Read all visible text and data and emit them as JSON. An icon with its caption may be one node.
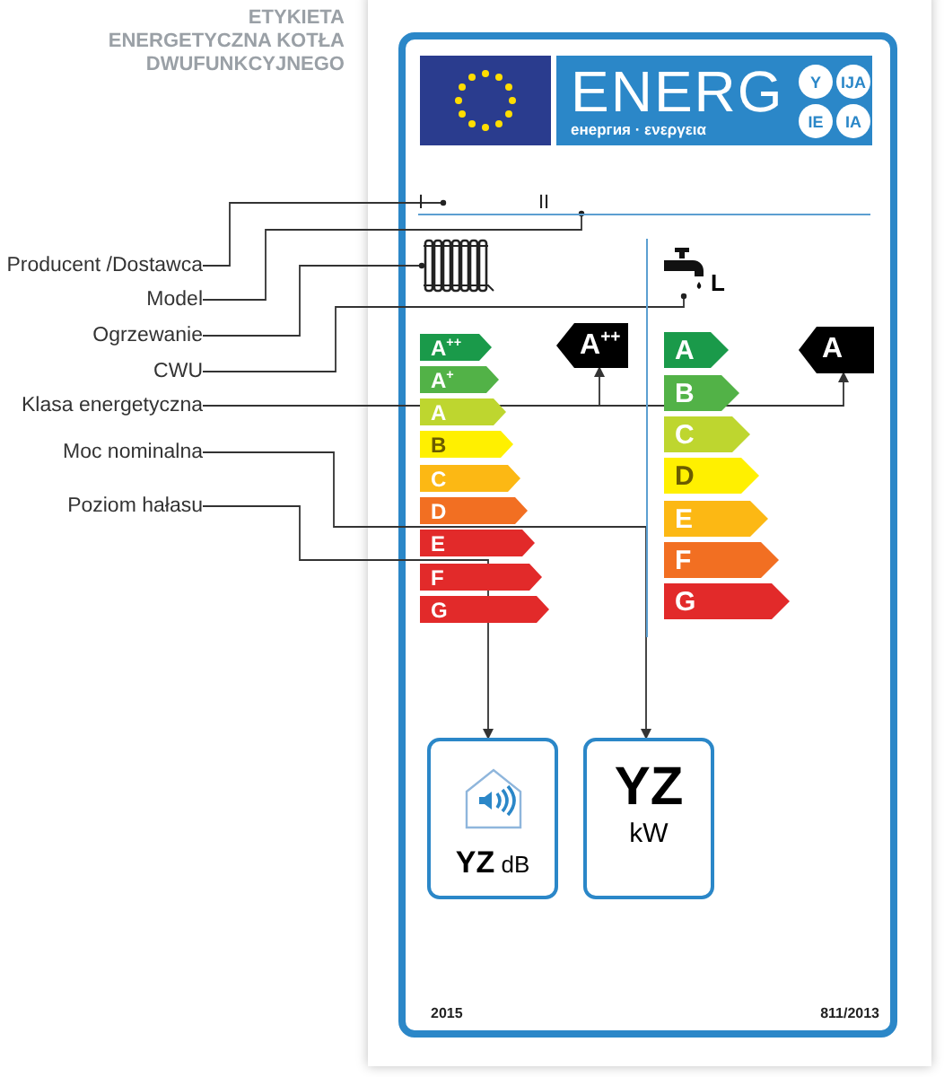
{
  "diagram": {
    "title": "ETYKIETA ENERGETYCZNA KOTŁA DWUFUNKCYJNEGO",
    "nodes": [
      {
        "text": [
          "Producent /Dostawca"
        ]
      },
      {
        "text": [
          "Model"
        ]
      },
      {
        "text": [
          "Ogrzewanie"
        ]
      },
      {
        "text": [
          "CWU"
        ]
      },
      {
        "text": [
          "Klasa energetyczna"
        ]
      },
      {
        "text": [
          "Moc nominalna"
        ]
      },
      {
        "text": [
          "Poziom hałasu"
        ]
      },
      {
        "text": [
          "2015",
          "811/2013"
        ]
      },
      {
        "text": [
          "ENERG",
          "енергия · ενεργεια"
        ],
        "in": 7
      },
      {
        "text": [
          "Y"
        ],
        "in": 8
      },
      {
        "text": [
          "IJA"
        ],
        "in": 8
      },
      {
        "text": [
          "IE"
        ],
        "in": 8
      },
      {
        "text": [
          "IA"
        ],
        "in": 8
      },
      {
        "text": [
          "I"
        ],
        "in": 7
      },
      {
        "text": [
          "II"
        ],
        "in": 7
      },
      {
        "text": [],
        "shape": "picture",
        "in": 7
      },
      {
        "text": [],
        "shape": "picture",
        "in": 7,
        "beside": [
          "L"
        ]
      },
      {
        "text": [
          "A$^{++}$"
        ],
        "in": 7
      },
      {
        "text": [
          "A$^{+}$"
        ],
        "in": 7
      },
      {
        "text": [
          "A"
        ],
        "in": 7
      },
      {
        "text": [
          "B"
        ],
        "in": 7
      },
      {
        "text": [
          "C"
        ],
        "in": 7
      },
      {
        "text": [
          "D"
        ],
        "in": 7
      },
      {
        "text": [
          "E"
        ],
        "in": 7
      },
      {
        "text": [
          "F"
        ],
        "in": 7
      },
      {
        "text": [
          "G"
        ],
        "in": 7
      },
      {
        "text": [
          "A$^{++}$"
        ],
        "in": 7
      },
      {
        "text": [
          "A"
        ],
        "in": 7
      },
      {
        "text": [
          "B"
        ],
        "in": 7
      },
      {
        "text": [
          "C"
        ],
        "in": 7
      },
      {
        "text": [
          "D"
        ],
        "in": 7
      },
      {
        "text": [
          "E"
        ],
        "in": 7
      },
      {
        "text": [
          "F"
        ],
        "in": 7
      },
      {
        "text": [
          "G"
        ],
        "in": 7
      },
      {
        "text": [
          "A"
        ],
        "in": 7
      },
      {
        "text": [
          "**YZ** dB"
        ],
        "in": 7
      },
      {
        "text": [
          "YZ",
          "kW"
        ],
        "in": 7
      }
    ],
    "edges": [
      {
        "from": 0,
        "to": 13,
        "arrow": "other"
      },
      {
        "from": 1,
        "to": 14,
        "arrow": "other"
      },
      {
        "from": 2,
        "to": 15,
        "arrow": "other"
      },
      {
        "from": 3,
        "to": 16,
        "arrow": "other"
      },
      {
        "from": 4,
        "to": 26,
        "arrow": "to"
      },
      {
        "from": 4,
        "to": 34,
        "arrow": "to"
      },
      {
        "from": 5,
        "to": 36,
        "arrow": "to"
      },
      {
        "from": 6,
        "to": 35,
        "arrow": "to"
      }
    ]
  }
}
